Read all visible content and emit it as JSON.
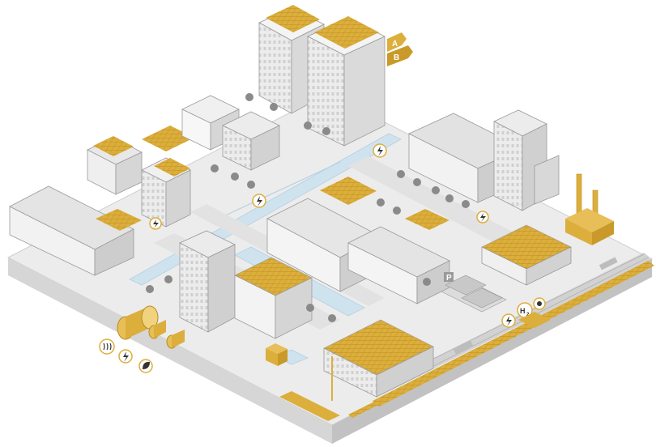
{
  "energy_labels": {
    "label_a": "A",
    "label_b": "B"
  },
  "parking_sign": "P",
  "hydrogen_symbol": "H",
  "hydrogen_subscript": "2",
  "colors": {
    "solar_gold": "#dcae3c",
    "solar_dark": "#b98d1e",
    "building_light": "#eeeeee",
    "building_mid": "#d9d9d9",
    "building_dark": "#c4c4c4",
    "canal_blue": "#cfe3ef",
    "road": "#e6e6e6",
    "tree": "#8a8a8a",
    "outline": "#9a9a9a"
  },
  "icons": [
    "lightning-icon",
    "heat-icon",
    "leaf-icon",
    "hydrogen-icon",
    "hydrogen-plant-icon",
    "parking-icon"
  ]
}
